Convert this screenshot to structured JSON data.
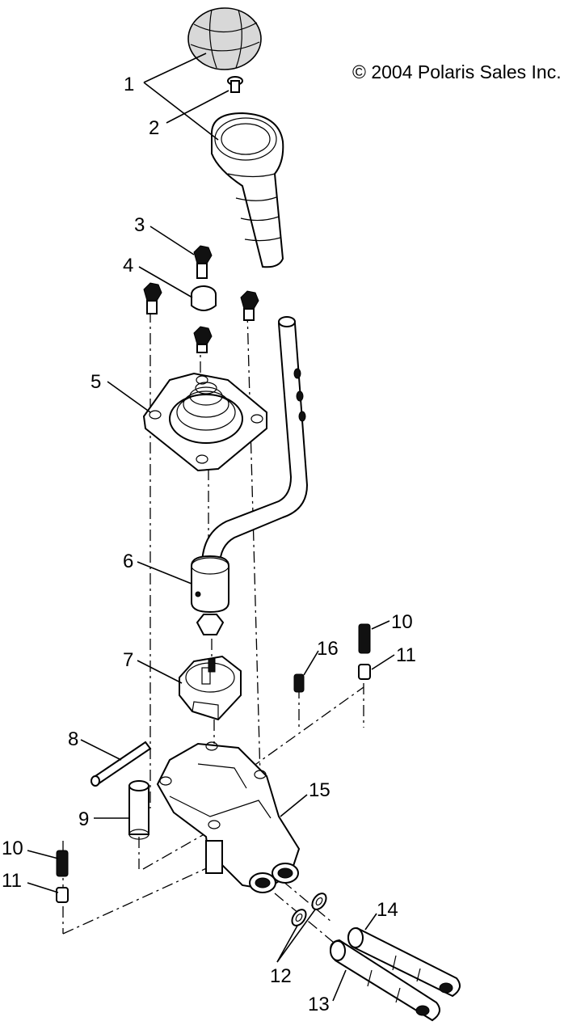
{
  "copyright": "© 2004 Polaris Sales Inc.",
  "callouts": {
    "c1": "1",
    "c2": "2",
    "c3": "3",
    "c4": "4",
    "c5": "5",
    "c6": "6",
    "c7": "7",
    "c8": "8",
    "c9": "9",
    "c10a": "10",
    "c10b": "10",
    "c11a": "11",
    "c11b": "11",
    "c12": "12",
    "c13": "13",
    "c14": "14",
    "c15": "15",
    "c16": "16"
  }
}
